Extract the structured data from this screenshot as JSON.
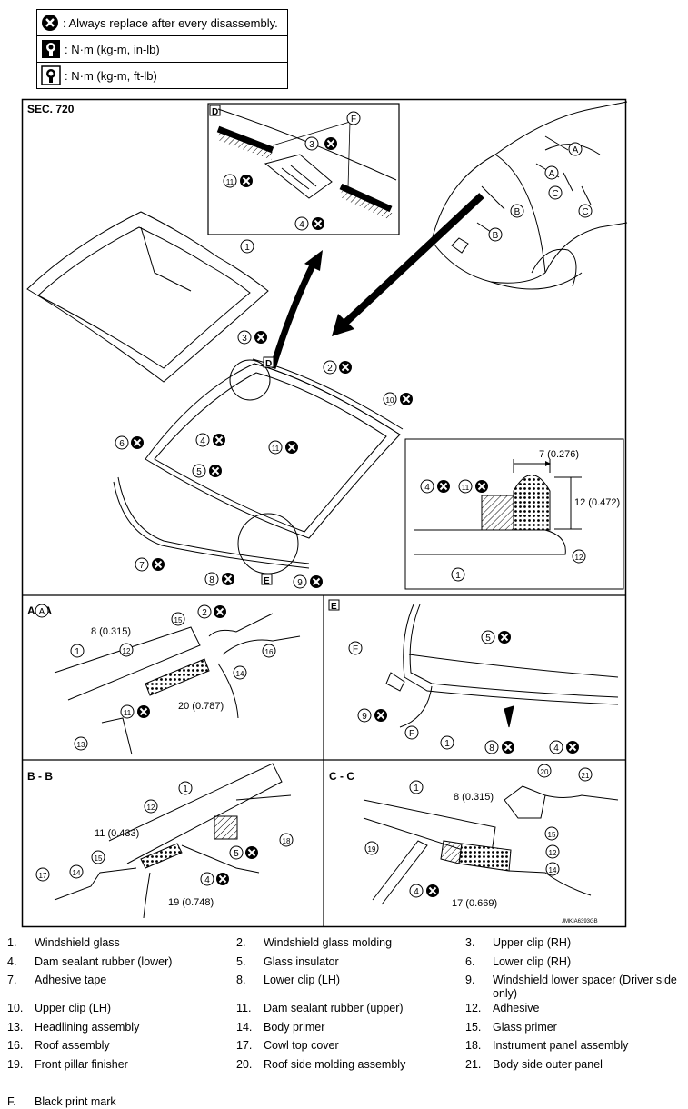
{
  "legend": {
    "replace": ": Always replace after every disassembly.",
    "torque_in": ": N·m (kg-m, in-lb)",
    "torque_ft": ": N·m (kg-m, ft-lb)"
  },
  "diagram": {
    "section": "SEC. 720",
    "watermark": "JMKIA6393GB",
    "view_d": "D",
    "view_e": "E",
    "sections": {
      "aa": "A - A",
      "bb": "B - B",
      "cc": "C - C"
    },
    "dims": {
      "detail_w": "7 (0.276)",
      "detail_h": "12 (0.472)",
      "aa_8": "8 (0.315)",
      "aa_20": "20 (0.787)",
      "bb_11": "11 (0.433)",
      "bb_19": "19 (0.748)",
      "cc_8": "8 (0.315)",
      "cc_17": "17 (0.669)"
    },
    "callouts": [
      "1",
      "2",
      "3",
      "4",
      "5",
      "6",
      "7",
      "8",
      "9",
      "10",
      "11",
      "12",
      "13",
      "14",
      "15",
      "16",
      "17",
      "18",
      "19",
      "20",
      "21"
    ],
    "letters": [
      "A",
      "B",
      "C",
      "D",
      "E",
      "F"
    ]
  },
  "parts": [
    {
      "num": "1.",
      "label": "Windshield glass"
    },
    {
      "num": "2.",
      "label": "Windshield glass molding"
    },
    {
      "num": "3.",
      "label": "Upper clip (RH)"
    },
    {
      "num": "4.",
      "label": "Dam sealant rubber (lower)"
    },
    {
      "num": "5.",
      "label": "Glass insulator"
    },
    {
      "num": "6.",
      "label": "Lower clip (RH)"
    },
    {
      "num": "7.",
      "label": "Adhesive tape"
    },
    {
      "num": "8.",
      "label": "Lower clip (LH)"
    },
    {
      "num": "9.",
      "label": "Windshield lower spacer (Driver side only)"
    },
    {
      "num": "10.",
      "label": "Upper clip (LH)"
    },
    {
      "num": "11.",
      "label": "Dam sealant rubber (upper)"
    },
    {
      "num": "12.",
      "label": "Adhesive"
    },
    {
      "num": "13.",
      "label": "Headlining assembly"
    },
    {
      "num": "14.",
      "label": "Body primer"
    },
    {
      "num": "15.",
      "label": "Glass primer"
    },
    {
      "num": "16.",
      "label": "Roof assembly"
    },
    {
      "num": "17.",
      "label": "Cowl top cover"
    },
    {
      "num": "18.",
      "label": "Instrument panel assembly"
    },
    {
      "num": "19.",
      "label": "Front pillar finisher"
    },
    {
      "num": "20.",
      "label": "Roof side molding assembly"
    },
    {
      "num": "21.",
      "label": "Body side outer panel"
    },
    {
      "num": "F.",
      "label": "Black print mark"
    }
  ]
}
